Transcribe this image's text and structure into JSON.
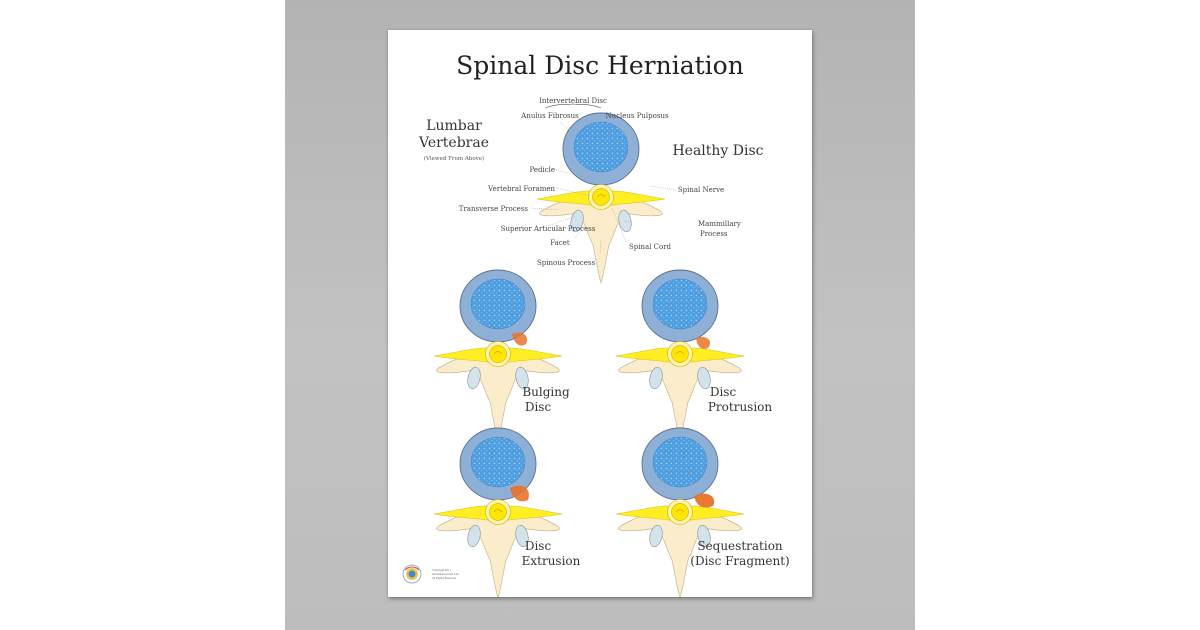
{
  "title": "Spinal Disc Herniation",
  "side_heading": {
    "line1": "Lumbar",
    "line2": "Vertebrae",
    "note": "(Viewed From Above)"
  },
  "healthy_label": "Healthy Disc",
  "labels": {
    "intervertebral_disc": "Intervertebral Disc",
    "anulus_fibrosus": "Anulus Fibrosus",
    "nucleus_pulposus": "Nucleus Pulposus",
    "pedicle": "Pedicle",
    "vertebral_foramen": "Vertebral Foramen",
    "transverse_process": "Transverse Process",
    "superior_articular_process": "Superior Articular Process",
    "facet": "Facet",
    "spinous_process": "Spinous Process",
    "spinal_cord": "Spinal Cord",
    "spinal_nerve": "Spinal Nerve",
    "mammillary_process_1": "Mammillary",
    "mammillary_process_2": "Process"
  },
  "stages": [
    {
      "line1": "Bulging",
      "line2": "Disc"
    },
    {
      "line1": "Disc",
      "line2": "Protrusion"
    },
    {
      "line1": "Disc",
      "line2": "Extrusion"
    },
    {
      "line1": "Sequestration",
      "line2": "(Disc Fragment)"
    }
  ],
  "copyright": [
    "Copyright 2011",
    "ImmediateAccess Lab",
    "All Rights Reserved"
  ],
  "colors": {
    "wall": "#bdbdbd",
    "bone": "#fbeccb",
    "bone_outline": "#c9b690",
    "anulus": "#8fb0d6",
    "nucleus": "#4f9ee0",
    "nerve": "#ffee22",
    "facet": "#d4e3ea",
    "herniation": "#e8732a"
  }
}
